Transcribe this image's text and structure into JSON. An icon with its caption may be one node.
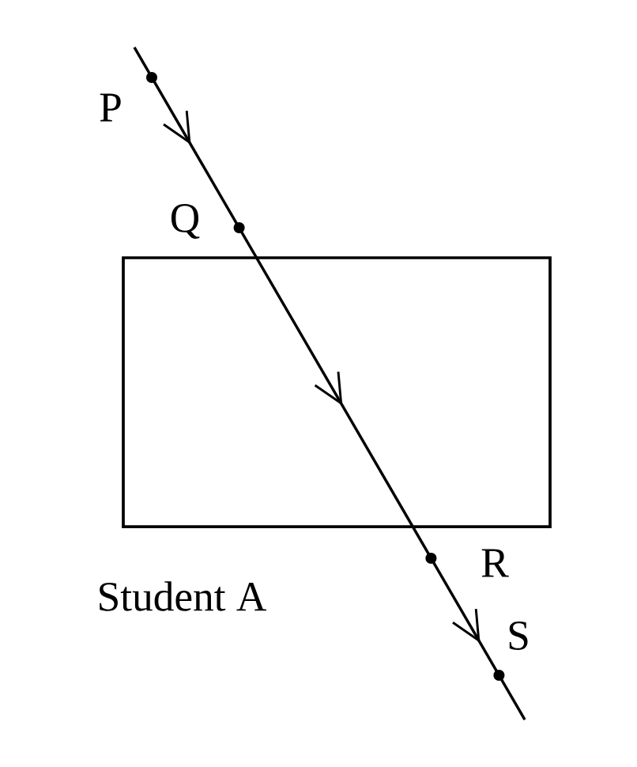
{
  "diagram": {
    "labels": [
      "P",
      "Q",
      "R",
      "S",
      "Student A"
    ]
  }
}
